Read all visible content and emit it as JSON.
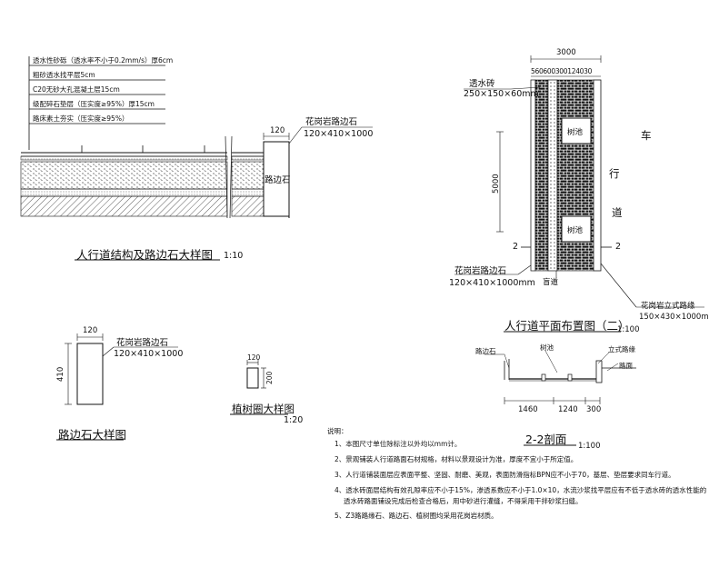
{
  "section_detail": {
    "layers": [
      "透水性砂砾（透水率不小于0.2mm/s）厚6cm",
      "粗砂透水找平层5cm",
      "C20无砂大孔混凝土层15cm",
      "级配碎石垫层（压实度≥95%）厚15cm",
      "路床素土夯实（压实度≥95%）"
    ],
    "curb_width": "120",
    "curb_callout": "花岗岩路边石",
    "curb_size": "120×410×1000",
    "curb_label": "路边石",
    "title": "人行道结构及路边石大样图",
    "scale": "1:10"
  },
  "curb_detail": {
    "width": "120",
    "height": "410",
    "callout": "花岗岩路边石",
    "size": "120×410×1000",
    "title": "路边石大样图"
  },
  "tree_ring": {
    "width": "120",
    "height": "200",
    "title": "植树圈大样图",
    "scale": "1:20"
  },
  "plan": {
    "total_width": "3000",
    "sub_dims": "560600300124030",
    "brick_label": "透水砖",
    "brick_size": "250×150×60mm",
    "length": "5000",
    "tree_pit": "树池",
    "road_chars": [
      "车",
      "行",
      "道"
    ],
    "section_mark": "2",
    "curb_callout": "花岗岩路边石",
    "curb_size": "120×410×1000mm",
    "blind_path": "盲道",
    "kerb_callout": "花岗岩立式路缘",
    "kerb_size": "150×430×1000mm",
    "title": "人行道平面布置图（二）",
    "scale": "1:100"
  },
  "section22": {
    "labels": [
      "路边石",
      "树池",
      "立式路缘",
      "路面"
    ],
    "dims": [
      "1460",
      "1240",
      "300"
    ],
    "title": "2-2剖面",
    "scale": "1:100"
  },
  "notes": {
    "heading": "说明：",
    "items": [
      "1、本图尺寸单位除标注以外均以mm计。",
      "2、景观铺装人行道路面石材规格，材料以景观设计为准，厚度不宜小于所定值。",
      "3、人行道铺装面层应表面平整、坚固、耐磨、美观，表面防滑指标BPN应不小于70，基层、垫层要求同车行道。",
      "4、透水砖面层结构有效孔隙率应不小于15%，渗透系数应不小于1.0×10，水流沙浆找平层应有不低于透水砖的透水性能的",
      "透水砖路面铺设完成后检查合格后，用中砂进行灌缝，不得采用干拌砂浆扫缝。",
      "5、Z3路路缘石、路边石、植树圈均采用花岗岩材质。"
    ]
  }
}
